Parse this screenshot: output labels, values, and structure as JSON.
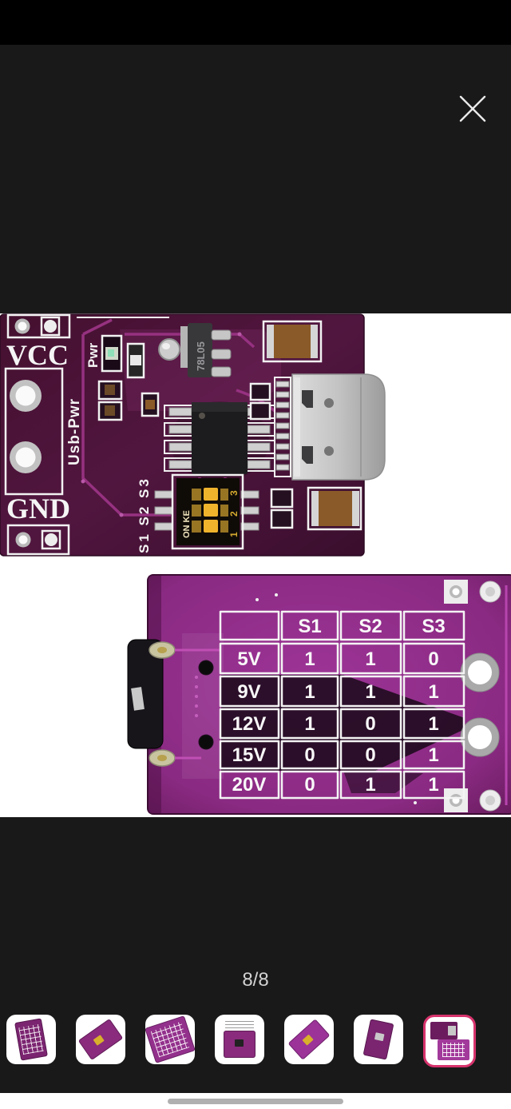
{
  "viewer": {
    "page_indicator": "8/8",
    "accent_color": "#d6336c"
  },
  "product_photo": {
    "front_board": {
      "silkscreen": {
        "vcc_label": "VCC",
        "gnd_label": "GND",
        "pwr_label": "Pwr",
        "usb_pwr_label": "Usb-Pwr",
        "dip_side_label": "S1 S2 S3"
      },
      "components": {
        "regulator_marking": "78L05",
        "dip_switch_marking": "ON KE",
        "dip_switch_numbers": "1 2 3"
      }
    },
    "back_board": {
      "voltage_table": {
        "headers": [
          "S1",
          "S2",
          "S3"
        ],
        "rows": [
          {
            "label": "5V",
            "values": [
              "1",
              "1",
              "0"
            ]
          },
          {
            "label": "9V",
            "values": [
              "1",
              "1",
              "1"
            ]
          },
          {
            "label": "12V",
            "values": [
              "1",
              "0",
              "1"
            ]
          },
          {
            "label": "15V",
            "values": [
              "0",
              "0",
              "1"
            ]
          },
          {
            "label": "20V",
            "values": [
              "0",
              "1",
              "1"
            ]
          }
        ]
      }
    }
  },
  "thumbnails": [
    {
      "name": "product-photo-1",
      "selected": false
    },
    {
      "name": "product-photo-2",
      "selected": false
    },
    {
      "name": "product-photo-3",
      "selected": false
    },
    {
      "name": "product-photo-4",
      "selected": false
    },
    {
      "name": "product-photo-5",
      "selected": false
    },
    {
      "name": "product-photo-6",
      "selected": false
    },
    {
      "name": "product-photo-8",
      "selected": true
    }
  ]
}
